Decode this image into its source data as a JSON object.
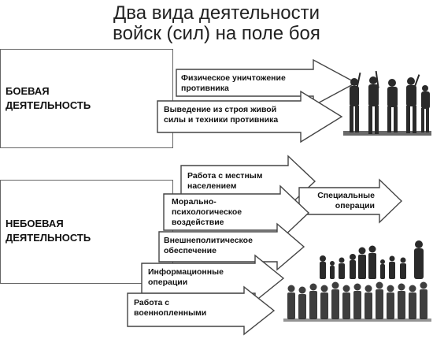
{
  "title_line1": "Два вида деятельности",
  "title_line2": "войск (сил) на поле боя",
  "combat": {
    "label_line1": "БОЕВАЯ",
    "label_line2": "ДЕЯТЕЛЬНОСТЬ",
    "arrows": [
      {
        "line1": "Физическое уничтожение",
        "line2": "противника"
      },
      {
        "line1": "Выведение из строя живой",
        "line2": "силы и техники противника"
      }
    ]
  },
  "noncombat": {
    "label_line1": "НЕБОЕВАЯ",
    "label_line2": "ДЕЯТЕЛЬНОСТЬ",
    "arrows": [
      {
        "line1": "Работа с местным",
        "line2": "населением",
        "line3": ""
      },
      {
        "line1": "Морально-",
        "line2": "психологическое",
        "line3": "воздействие"
      },
      {
        "line1": "Внешнеполитическое",
        "line2": "обеспечение",
        "line3": ""
      },
      {
        "line1": "Информационные",
        "line2": "операции",
        "line3": ""
      },
      {
        "line1": "Работа с",
        "line2": "военнопленными",
        "line3": ""
      }
    ],
    "special": {
      "line1": "Специальные",
      "line2": "операции"
    }
  },
  "icons": {
    "soldiers": "soldiers-silhouette-icon",
    "civilians": "civilians-crowd-icon"
  },
  "colors": {
    "arrow_fill": "#ffffff",
    "arrow_stroke": "#444444",
    "silhouette": "#2a2a2a"
  }
}
